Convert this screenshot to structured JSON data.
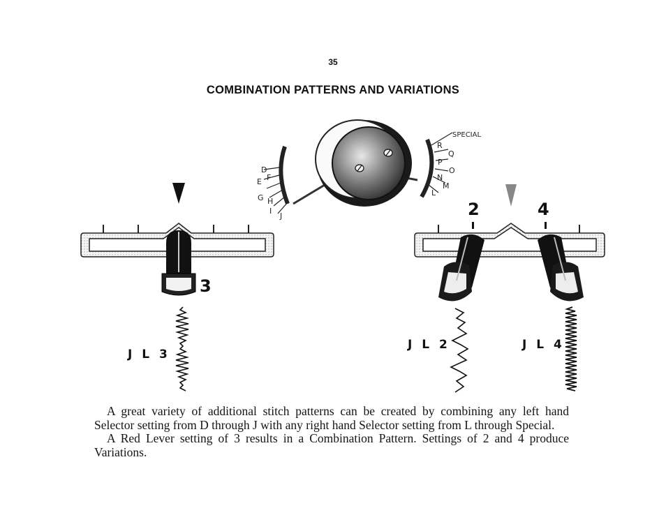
{
  "page": {
    "number": "35",
    "title": "COMBINATION PATTERNS AND VARIATIONS"
  },
  "selector_dial": {
    "left_letters": [
      "D",
      "E",
      "F",
      "G",
      "H",
      "I",
      "J"
    ],
    "right_letters": [
      "SPECIAL",
      "R",
      "Q",
      "P",
      "O",
      "N",
      "M",
      "L"
    ]
  },
  "lever_left": {
    "setting": "3",
    "pattern_label": "J L 3"
  },
  "lever_right": {
    "settings": [
      "2",
      "4"
    ],
    "pattern_labels": [
      "J L 2",
      "J L 4"
    ]
  },
  "body": {
    "paragraph1": "A great variety of additional stitch patterns can be created by combining any left hand Selector setting from D through J with any right hand Selector setting from L through Special.",
    "paragraph2": "A Red Lever setting of 3 results in a Combination Pattern. Settings of 2 and 4 produce Variations."
  }
}
